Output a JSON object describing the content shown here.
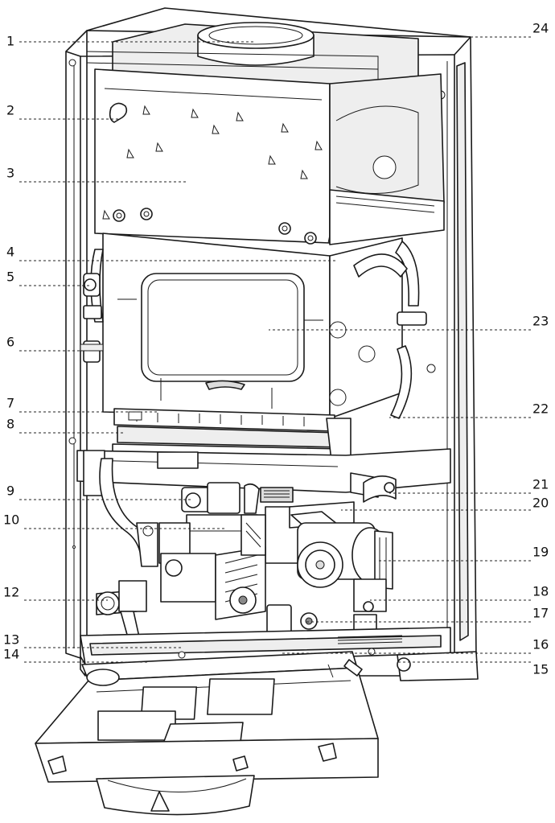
{
  "callouts": {
    "c1": "1",
    "c2": "2",
    "c3": "3",
    "c4": "4",
    "c5": "5",
    "c6": "6",
    "c7": "7",
    "c8": "8",
    "c9": "9",
    "c10": "10",
    "c12": "12",
    "c13": "13",
    "c14": "14",
    "c15": "15",
    "c16": "16",
    "c17": "17",
    "c18": "18",
    "c19": "19",
    "c20": "20",
    "c21": "21",
    "c22": "22",
    "c23": "23",
    "c24": "24"
  }
}
